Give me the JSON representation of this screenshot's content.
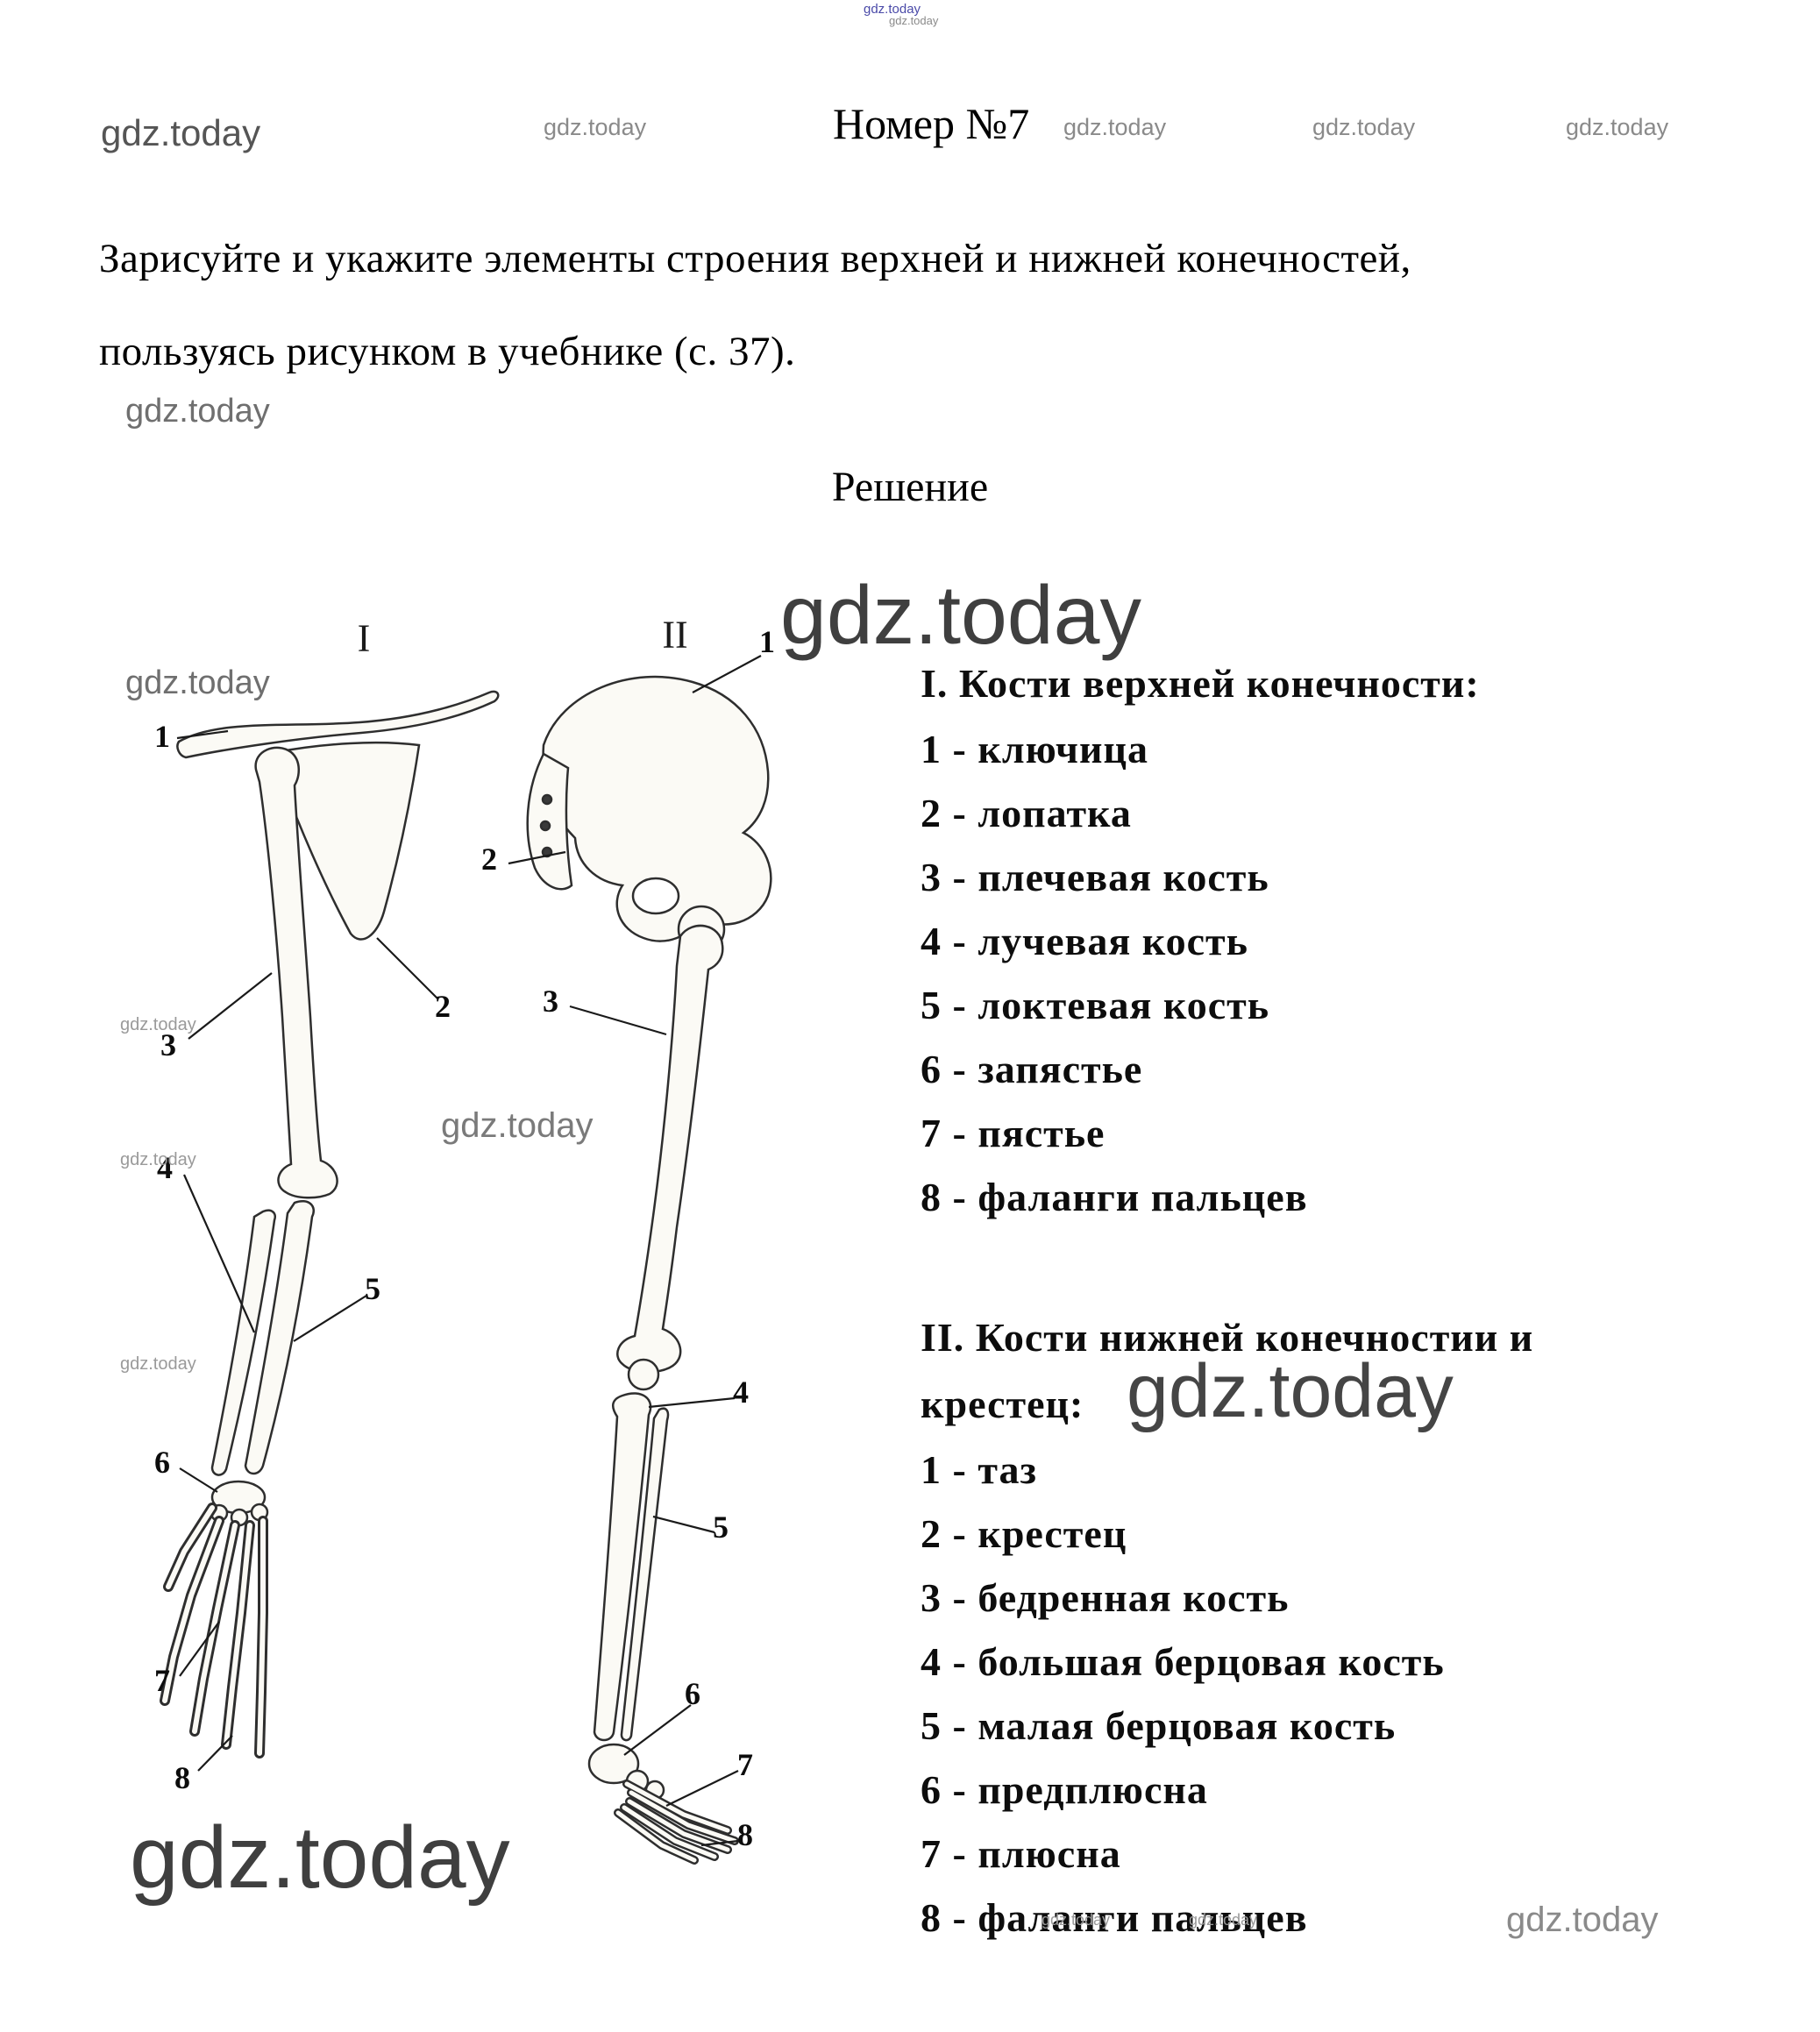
{
  "watermark": "gdz.today",
  "header": {
    "title": "Номер №7"
  },
  "task": {
    "line1": "Зарисуйте и укажите элементы строения верхней и нижней конечностей,",
    "line2": "пользуясь рисунком в учебнике (с. 37)."
  },
  "solution": {
    "heading": "Решение"
  },
  "figure": {
    "arm_label": "I",
    "leg_label": "II",
    "arm_numbers": [
      "1",
      "2",
      "3",
      "4",
      "5",
      "6",
      "7",
      "8"
    ],
    "leg_numbers": [
      "1",
      "2",
      "3",
      "4",
      "5",
      "6",
      "7",
      "8"
    ]
  },
  "legend": {
    "upper": {
      "title": "I. Кости верхней конечности:",
      "items": [
        "1 - ключица",
        "2 - лопатка",
        "3 - плечевая кость",
        "4 - лучевая кость",
        "5 - локтевая кость",
        "6 - запястье",
        "7 - пястье",
        "8 - фаланги пальцев"
      ]
    },
    "lower": {
      "title_line1": "II. Кости нижней конечностии и",
      "title_line2": "крестец:",
      "items": [
        "1 - таз",
        "2 - крестец",
        "3 - бедренная кость",
        "4 - большая берцовая кость",
        "5 - малая берцовая кость",
        "6 - предплюсна",
        "7 - плюсна",
        "8 - фаланги пальцев"
      ]
    }
  }
}
